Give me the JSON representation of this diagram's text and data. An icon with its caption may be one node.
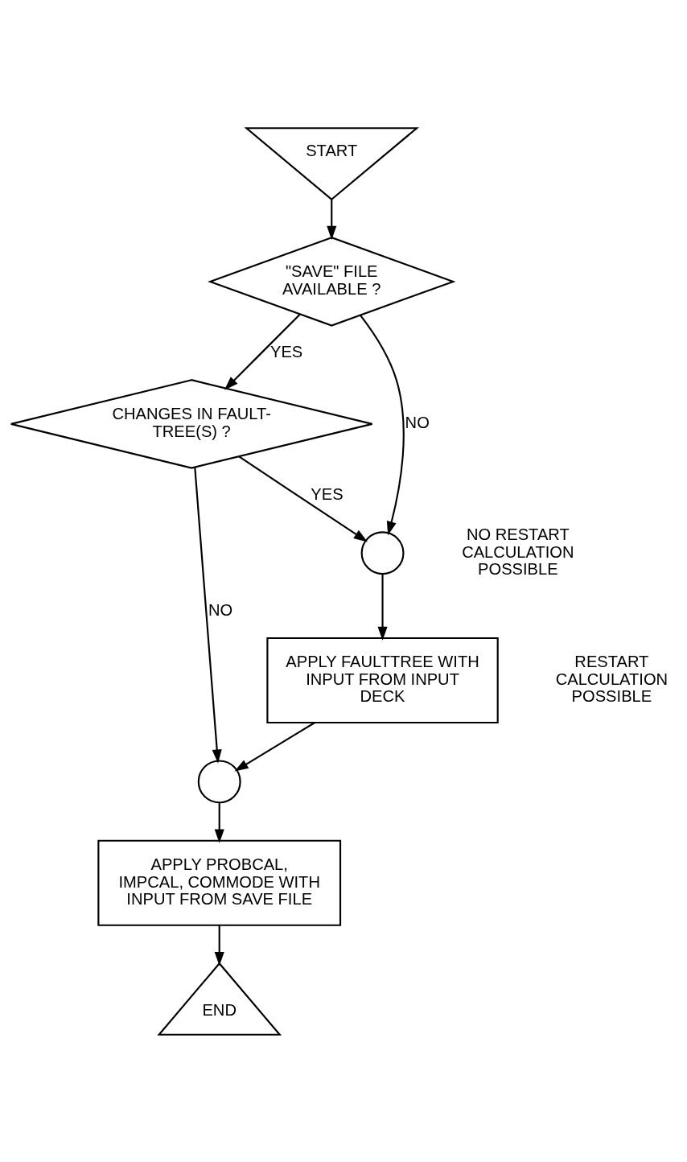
{
  "diagram": {
    "nodes": [
      {
        "text": [
          "START"
        ]
      },
      {
        "text": [
          "\"SAVE\" FILE AVAILABLE ?"
        ]
      },
      {
        "text": [
          "CHANGES IN FAULT-TREE(S) ?"
        ]
      },
      {
        "text": [],
        "shape": "circle"
      },
      {
        "text": [
          "APPLY FAULTTREE WITH INPUT FROM INPUT DECK"
        ]
      },
      {
        "text": [],
        "shape": "circle"
      },
      {
        "text": [
          "APPLY PROBCAL, IMPCAL, COMMODE WITH INPUT FROM SAVE FILE"
        ]
      },
      {
        "text": [
          "END"
        ]
      }
    ],
    "edges": [
      {
        "from": 0,
        "to": 1,
        "arrow": "to"
      },
      {
        "from": 1,
        "to": 2,
        "arrow": "to",
        "label": "YES"
      },
      {
        "from": 1,
        "to": 3,
        "arrow": "to",
        "label": "NO"
      },
      {
        "from": 2,
        "to": 3,
        "arrow": "to",
        "label": "YES"
      },
      {
        "from": 2,
        "to": 5,
        "arrow": "to",
        "label": "NO"
      },
      {
        "from": 3,
        "to": 4,
        "arrow": "to"
      },
      {
        "from": 4,
        "to": 5,
        "arrow": "to"
      },
      {
        "from": 5,
        "to": 6,
        "arrow": "to"
      },
      {
        "from": 6,
        "to": 7,
        "arrow": "to"
      }
    ],
    "labels": [
      "NO RESTART CALCULATION POSSIBLE",
      "RESTART CALCULATION POSSIBLE"
    ]
  }
}
